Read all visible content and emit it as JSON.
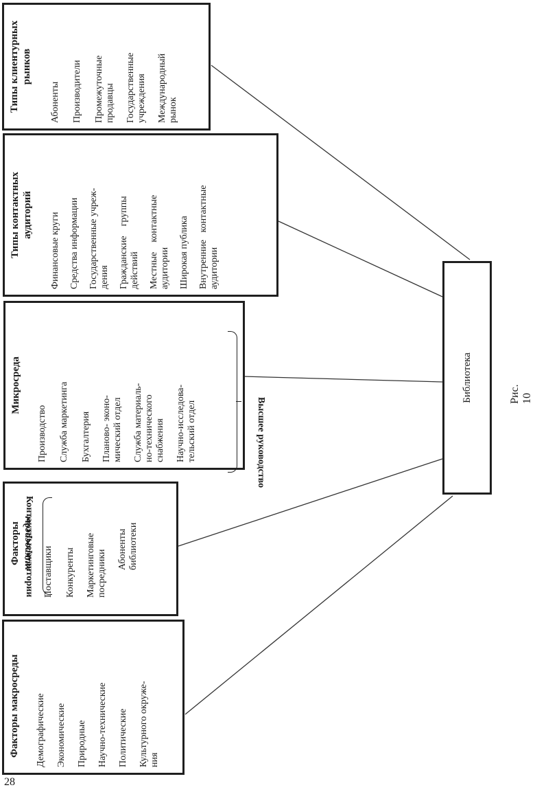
{
  "macro": {
    "title": "Факторы макросреды",
    "items": [
      "Демографические",
      "Экономические",
      "Природные",
      "Научно-технические",
      "Политические",
      "Культурного окруже-",
      "ния"
    ]
  },
  "micro_factors": {
    "title_1": "Факторы",
    "title_2": "микросреды",
    "items": [
      "Поставщики",
      "Конкуренты",
      "Маркетинговые",
      "посредники",
      "Абоненты",
      "библиотеки"
    ],
    "brace_label": "Контактные аудитории"
  },
  "microenv": {
    "title": "Микросреда",
    "items": [
      "Производство",
      "Служба маркетинга",
      "Бухгалтерия",
      "Планово- эконо-",
      "мический отдел",
      "Служба материаль-",
      "но-технического",
      "снабжения",
      "Научно-исследова-",
      "тельский отдел"
    ],
    "brace_label": "Высшее руководство"
  },
  "contact": {
    "title_1": "Типы контактных",
    "title_2": "аудиторий",
    "items": [
      "Финансовые круги",
      "Средства информации",
      "Государственные учреж-",
      "дения",
      "Гражданские    группы",
      "действий",
      "Местные    контактные",
      "аудитории",
      "Широкая публика",
      "Внутренние   контактные",
      "аудитории"
    ]
  },
  "markets": {
    "title_1": "Типы клиентурных",
    "title_2": "рынков",
    "items": [
      "Абоненты",
      "Производители",
      "Промежуточные",
      "продавцы",
      "Государственные",
      "учреждения",
      "Международный",
      "рынок"
    ]
  },
  "center": {
    "label": "Библиотека"
  },
  "caption": "Рис. 10",
  "page_number": "28"
}
